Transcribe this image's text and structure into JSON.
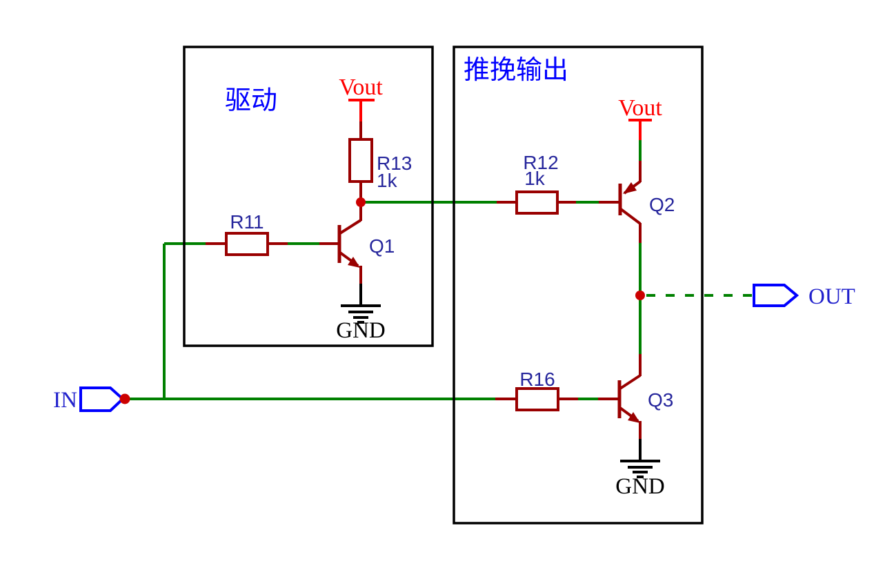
{
  "diagram": {
    "blocks": {
      "driver": {
        "label": "驱动"
      },
      "push_pull": {
        "label": "推挽输出"
      }
    },
    "components": {
      "r11": {
        "ref": "R11"
      },
      "r13": {
        "ref": "R13",
        "value": "1k"
      },
      "r12": {
        "ref": "R12",
        "value": "1k"
      },
      "r16": {
        "ref": "R16"
      },
      "q1": {
        "ref": "Q1"
      },
      "q2": {
        "ref": "Q2"
      },
      "q3": {
        "ref": "Q3"
      }
    },
    "nets": {
      "vout_driver": "Vout",
      "vout_output": "Vout",
      "gnd_driver": "GND",
      "gnd_output": "GND"
    },
    "ports": {
      "input": "IN",
      "output": "OUT"
    },
    "colors": {
      "wire": "#008000",
      "component_body": "#990000",
      "junction_dot": "#CC0000",
      "power_label": "#FF0000",
      "block_label": "#0000FF",
      "ref_label": "#26269C",
      "port_outline": "#0000FF",
      "port_label": "#2222CC",
      "ground": "#000000",
      "block_border": "#000000"
    }
  }
}
